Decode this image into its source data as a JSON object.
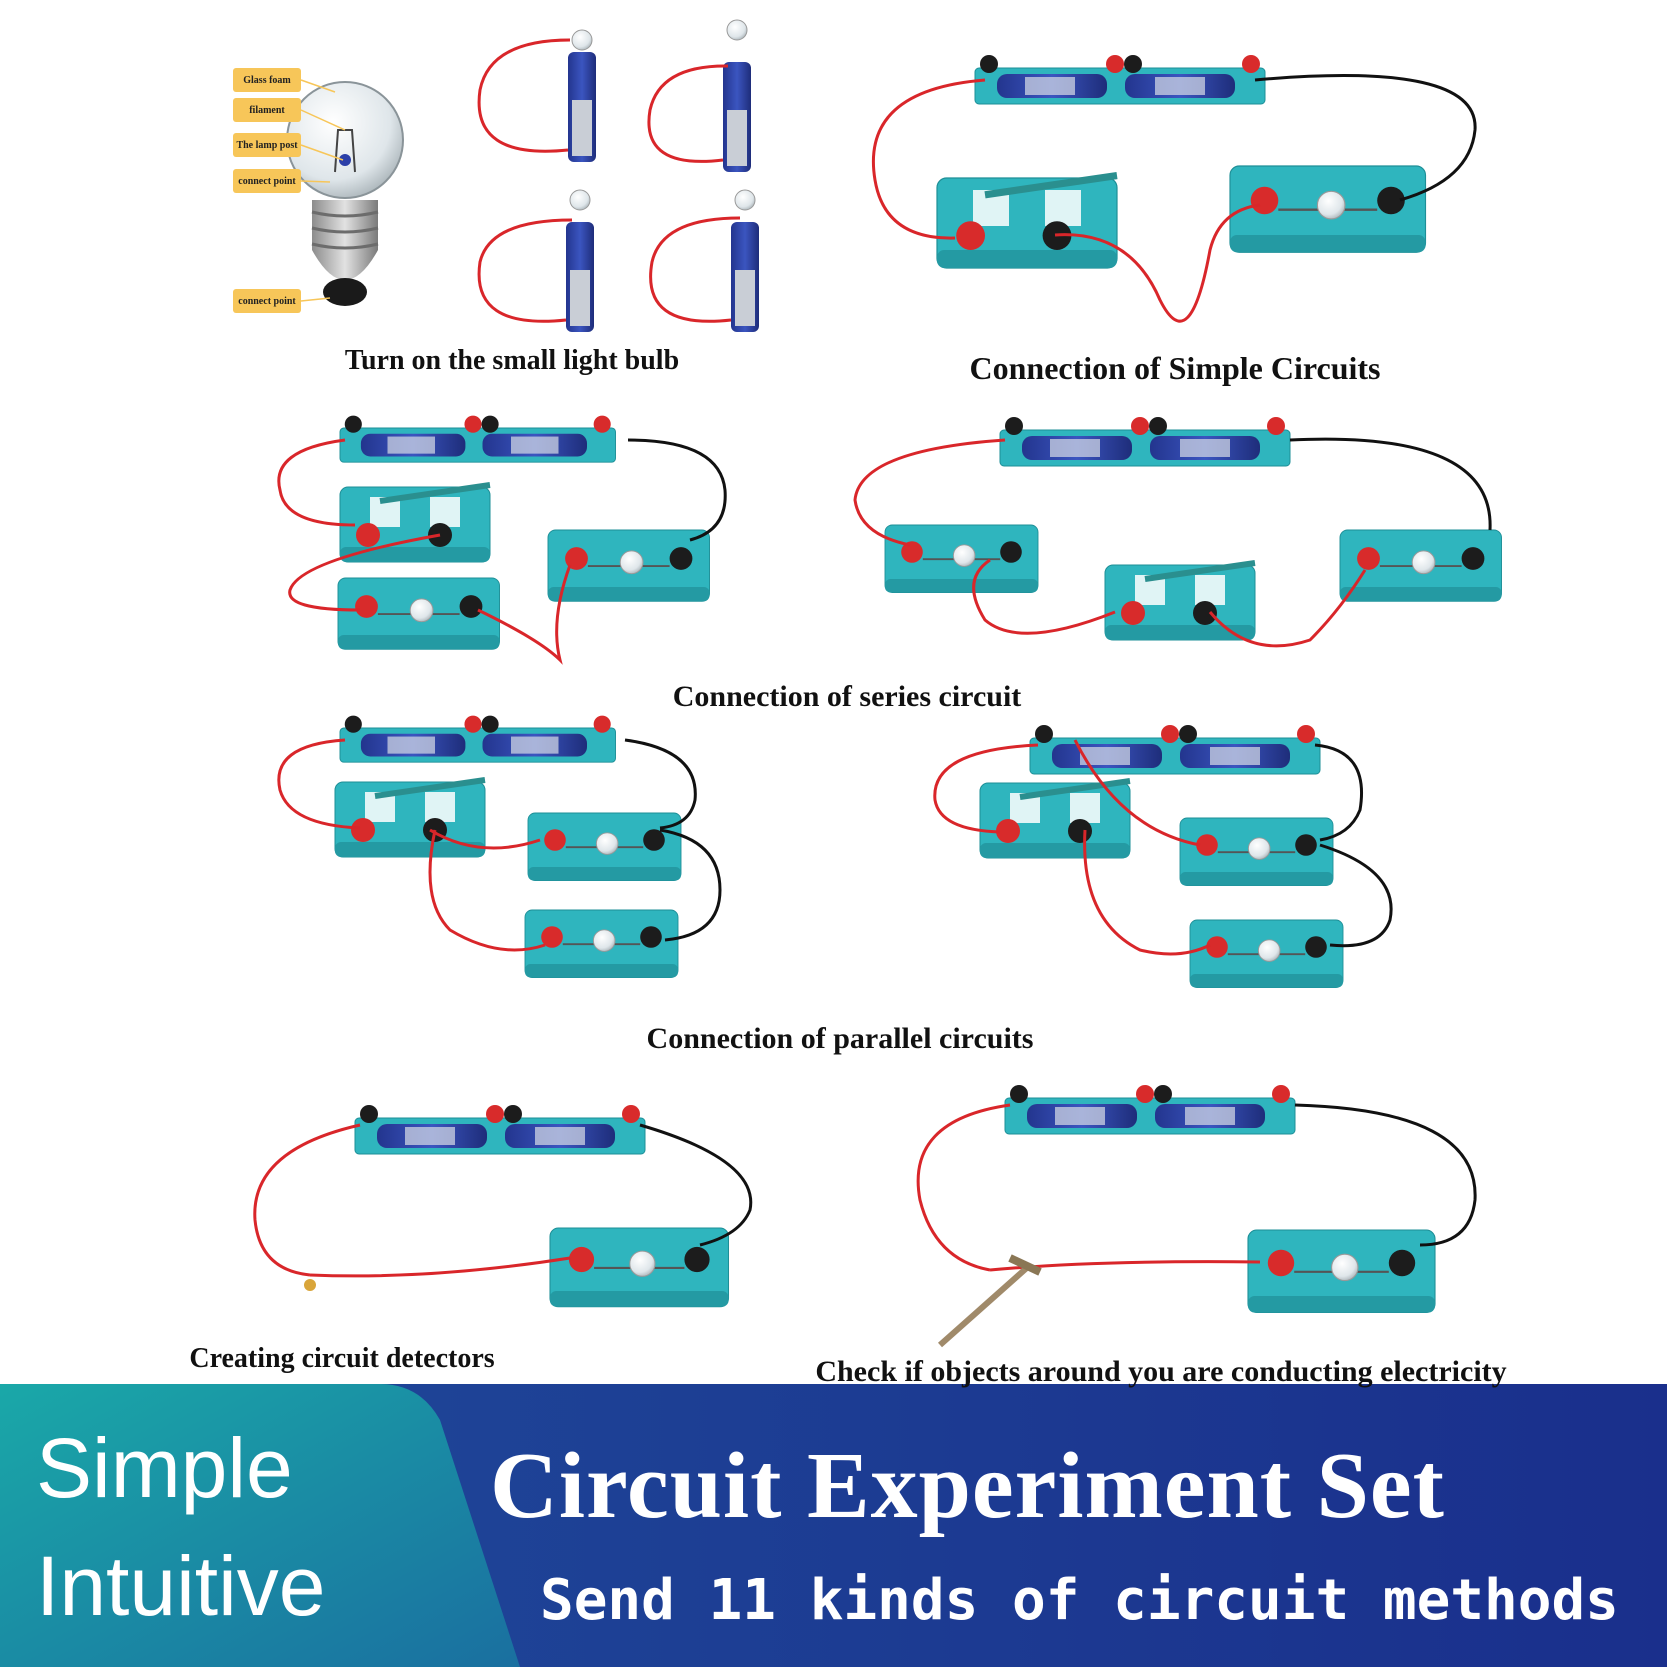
{
  "bulb_labels": [
    "Glass foam",
    "filament",
    "The lamp post",
    "connect point",
    "connect point"
  ],
  "captions": {
    "bulb": "Turn on the small light bulb",
    "simple": "Connection of Simple Circuits",
    "series": "Connection of series circuit",
    "parallel": "Connection of parallel circuits",
    "detector": "Creating circuit detectors",
    "conduct": "Check if objects around you are conducting electricity"
  },
  "banner": {
    "left_line1": "Simple",
    "left_line2": "Intuitive",
    "title": "Circuit Experiment Set",
    "subtitle": "Send 11 kinds of circuit methods"
  },
  "colors": {
    "board": "#2fb5be",
    "terminal_red": "#d82b2b",
    "terminal_black": "#1c1c1c",
    "wire_red": "#d9262a",
    "wire_black": "#111111",
    "battery": "#2c3f9e",
    "banner_dark": "#1c3a8a",
    "banner_teal": "#1aa3a8"
  }
}
